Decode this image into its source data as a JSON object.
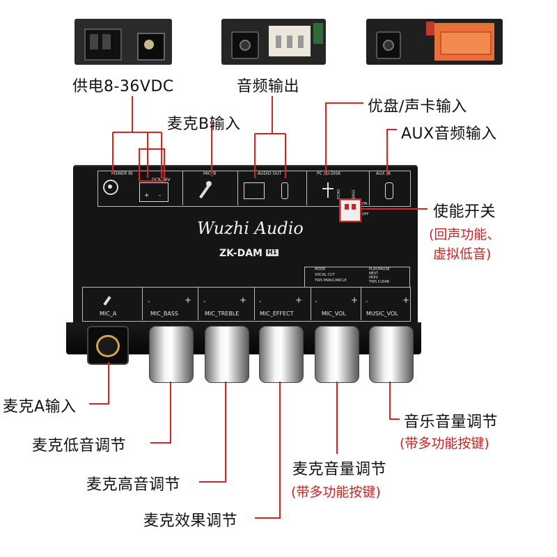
{
  "callouts": {
    "power": "供电8-36VDC",
    "audio_out": "音频输出",
    "usb_in": "优盘/声卡输入",
    "mic_b_in": "麦克B输入",
    "aux_in": "AUX音频输入",
    "enable_switch": "使能开关",
    "enable_note_1": "(回声功能、",
    "enable_note_2": "虚拟低音)",
    "mic_a_in": "麦克A输入",
    "mic_bass": "麦克低音调节",
    "mic_treble": "麦克高音调节",
    "mic_effect": "麦克效果调节",
    "mic_vol": "麦克音量调节",
    "mic_vol_note": "(带多功能按键)",
    "music_vol": "音乐音量调节",
    "music_vol_note": "(带多功能按键)"
  },
  "device": {
    "brand": "Wuzhi Audio",
    "model": "ZK-DAM",
    "model_badge": "H1",
    "top_labels": [
      "POWER IN",
      "MIC_B",
      "AUDIO OUT",
      "PC / U-DISK",
      "AUX IN"
    ],
    "power_marks": [
      "DC8-36V",
      "+",
      "-"
    ],
    "switch_labels": [
      "ECHO",
      "BASS",
      "ON",
      "OFF"
    ],
    "legend_left": [
      "MODE",
      "VOCAL CUT",
      "TWS PAIR/CANCLE"
    ],
    "legend_right": [
      "PLAY/PAUSE",
      "NEXT",
      "PREV",
      "TWS CLEAR"
    ],
    "knob_labels": [
      "MIC_A",
      "MIC_BASS",
      "MIC_TREBLE",
      "MIC_EFFECT",
      "MIC_VOL",
      "MUSIC_VOL"
    ],
    "plus_sign": "+",
    "minus_sign": "-"
  },
  "colors": {
    "line": "#e0201c",
    "panel": "#141414",
    "text_red": "#d11f1f"
  }
}
